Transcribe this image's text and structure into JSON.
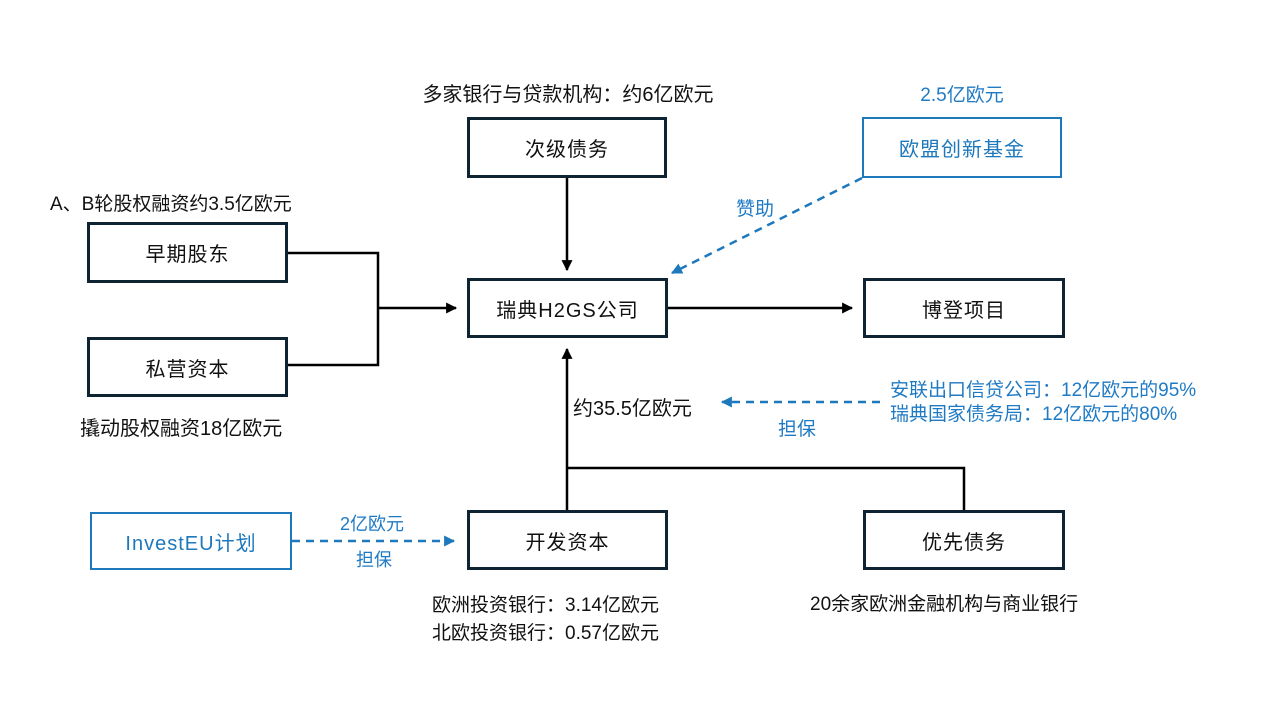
{
  "diagram": {
    "colors": {
      "accent_blue": "#1e78bc",
      "box_border_dark": "#0e2433",
      "line_black": "#000000"
    },
    "nodes": {
      "subordinated_debt": {
        "label": "次级债务",
        "note": "多家银行与贷款机构：约6亿欧元"
      },
      "eu_innovation_fund": {
        "label": "欧盟创新基金",
        "amount": "2.5亿欧元"
      },
      "early_shareholders": {
        "label": "早期股东"
      },
      "private_capital": {
        "label": "私营资本"
      },
      "h2gs": {
        "label": "瑞典H2GS公司"
      },
      "boden": {
        "label": "博登项目"
      },
      "investeu": {
        "label": "InvestEU计划",
        "amount": "2亿欧元",
        "guarantee": "担保"
      },
      "dev_capital": {
        "label": "开发资本",
        "note_line1": "欧洲投资银行：3.14亿欧元",
        "note_line2": "北欧投资银行：0.57亿欧元"
      },
      "senior_debt": {
        "label": "优先债务",
        "note": "20余家欧洲金融机构与商业银行"
      }
    },
    "equity": {
      "series_note": "A、B轮股权融资约3.5亿欧元",
      "leverage_note": "撬动股权融资18亿欧元"
    },
    "edges": {
      "sponsor_label": "赞助",
      "total_amount": "约35.5亿欧元",
      "guarantee_label": "担保",
      "guarantors_line1": "安联出口信贷公司：12亿欧元的95%",
      "guarantors_line2": "瑞典国家债务局：12亿欧元的80%"
    }
  }
}
